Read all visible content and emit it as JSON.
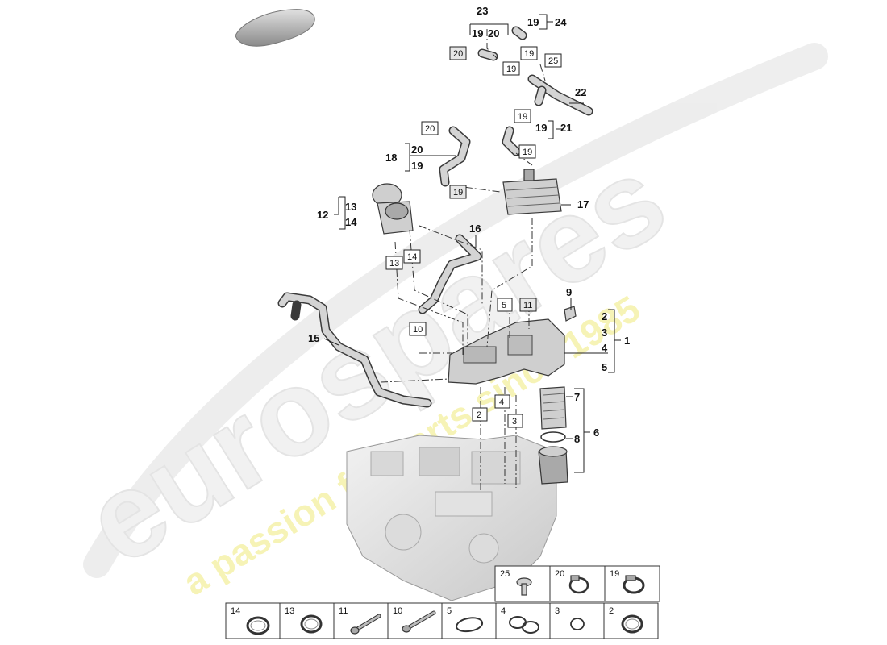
{
  "watermark": {
    "brand": "eurospares",
    "tagline": "a passion for parts since 1985"
  },
  "callouts": [
    {
      "id": "c23",
      "text": "23"
    },
    {
      "id": "c24",
      "text": "24"
    },
    {
      "id": "c19a",
      "text": "19"
    },
    {
      "id": "c19b",
      "text": "19"
    },
    {
      "id": "c20a",
      "text": "20"
    },
    {
      "id": "c22",
      "text": "22"
    },
    {
      "id": "c21",
      "text": "21"
    },
    {
      "id": "c19c",
      "text": "19"
    },
    {
      "id": "c18",
      "text": "18"
    },
    {
      "id": "c20b",
      "text": "20"
    },
    {
      "id": "c19d",
      "text": "19"
    },
    {
      "id": "c17",
      "text": "17"
    },
    {
      "id": "c12",
      "text": "12"
    },
    {
      "id": "c13",
      "text": "13"
    },
    {
      "id": "c14",
      "text": "14"
    },
    {
      "id": "c16",
      "text": "16"
    },
    {
      "id": "c15",
      "text": "15"
    },
    {
      "id": "c9",
      "text": "9"
    },
    {
      "id": "c1",
      "text": "1"
    },
    {
      "id": "c2",
      "text": "2"
    },
    {
      "id": "c3",
      "text": "3"
    },
    {
      "id": "c4",
      "text": "4"
    },
    {
      "id": "c5",
      "text": "5"
    },
    {
      "id": "c7",
      "text": "7"
    },
    {
      "id": "c6",
      "text": "6"
    },
    {
      "id": "c8",
      "text": "8"
    }
  ],
  "boxes": [
    {
      "id": "b20a",
      "text": "20"
    },
    {
      "id": "b19a",
      "text": "19"
    },
    {
      "id": "b19b",
      "text": "19"
    },
    {
      "id": "b25",
      "text": "25"
    },
    {
      "id": "b19c",
      "text": "19"
    },
    {
      "id": "b20b",
      "text": "20"
    },
    {
      "id": "b19d",
      "text": "19"
    },
    {
      "id": "b19e",
      "text": "19"
    },
    {
      "id": "b13",
      "text": "13"
    },
    {
      "id": "b14",
      "text": "14"
    },
    {
      "id": "b5",
      "text": "5"
    },
    {
      "id": "b11",
      "text": "11"
    },
    {
      "id": "b10",
      "text": "10"
    },
    {
      "id": "b2",
      "text": "2"
    },
    {
      "id": "b4",
      "text": "4"
    },
    {
      "id": "b3",
      "text": "3"
    }
  ],
  "parts_table": {
    "top_row": [
      "25",
      "20",
      "19"
    ],
    "bottom_row": [
      "14",
      "13",
      "11",
      "10",
      "5",
      "4",
      "3",
      "2"
    ]
  }
}
